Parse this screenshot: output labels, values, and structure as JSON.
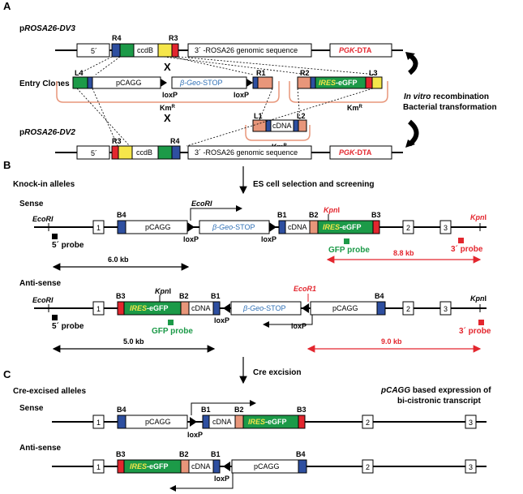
{
  "sections": {
    "a": "A",
    "b": "B",
    "c": "C"
  },
  "vectors": {
    "dv3_prefix": "p",
    "dv3_name": "ROSA26-DV3",
    "dv2_prefix": "p",
    "dv2_name": "ROSA26-DV2",
    "entry_clones": "Entry Clones",
    "five_prime": "5´",
    "genomic": "3´ -ROSA26 genomic sequence",
    "ccdb": "ccdB",
    "pgk": "PGK",
    "dta": "-DTA",
    "R4": "R4",
    "R3": "R3",
    "L4": "L4",
    "R1": "R1",
    "R2": "R2",
    "L3": "L3",
    "L1": "L1",
    "L2": "L2",
    "pcagg": "pCAGG",
    "beta": "β-Geo",
    "stop": "-STOP",
    "loxp": "loxP",
    "ires": "IRES",
    "egfp": "-eGFP",
    "kmr": "Km",
    "kmr_sup": "R",
    "cdna": "cDNA",
    "cross": "X",
    "invitro_a": "In vitro",
    "invitro_b": " recombination",
    "bacterial": "Bacterial transformation"
  },
  "alleles": {
    "ko_title": "Knock-in alleles",
    "es_step": "ES cell selection and screening",
    "sense": "Sense",
    "antisense": "Anti-sense",
    "ecori": "EcoRI",
    "ecor1": "EcoR1",
    "kpni": "Kpn",
    "kpni_suffix": "I",
    "five_probe": "5´ probe",
    "three_probe": "3´ probe",
    "gfp_probe": "GFP probe",
    "size_60": "6.0 kb",
    "size_88": "8.8 kb",
    "size_50": "5.0 kb",
    "size_90": "9.0 kb",
    "B1": "B1",
    "B2": "B2",
    "B3": "B3",
    "B4": "B4",
    "exon1": "1",
    "exon2": "2",
    "exon3": "3"
  },
  "cre": {
    "step": "Cre excision",
    "title": "Cre-excised alleles",
    "note_a": "pCAGG",
    "note_b": " based expression of",
    "note_c": "bi-cistronic transcript"
  },
  "colors": {
    "red": "#e3262e",
    "green": "#1c9a48",
    "blue": "#2e6fb5",
    "yellow": "#f5e64a",
    "salmon": "#e8967a",
    "orange_line": "#e8967a"
  }
}
